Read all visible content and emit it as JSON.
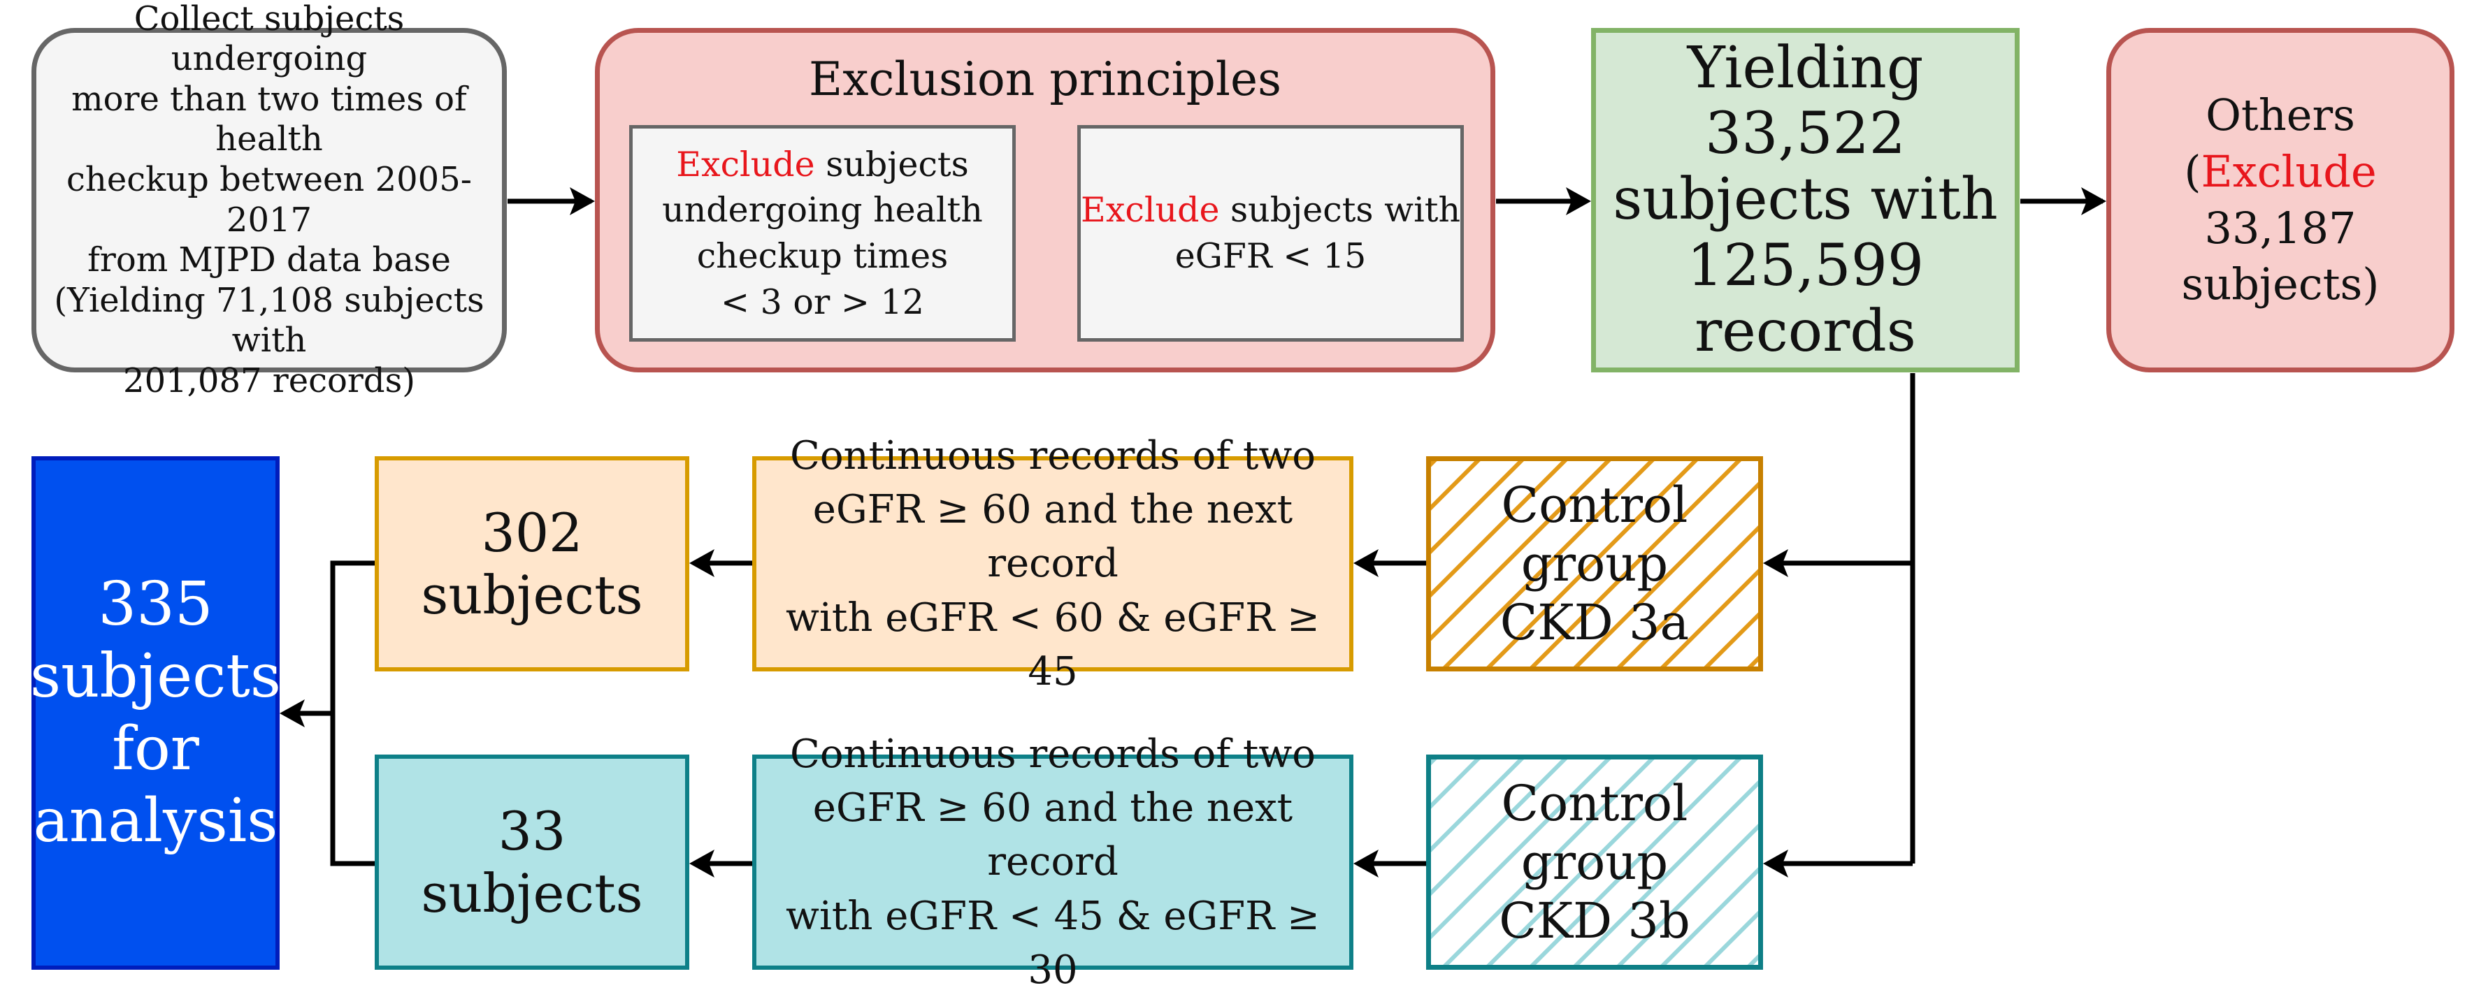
{
  "collect": {
    "text": "Collect subjects undergoing\nmore than two times of health\ncheckup between 2005-2017\nfrom MJPD data base\n(Yielding 71,108 subjects with\n201,087 records)"
  },
  "exclusion": {
    "title": "Exclusion principles",
    "rule1": {
      "keyword": "Exclude",
      "rest": " subjects\nundergoing health\ncheckup times\n< 3 or > 12"
    },
    "rule2": {
      "keyword": "Exclude",
      "rest": " subjects with\neGFR < 15"
    }
  },
  "yielding": {
    "text": "Yielding 33,522\nsubjects with\n125,599 records"
  },
  "others": {
    "line1": "Others",
    "open_paren": "(",
    "keyword": "Exclude",
    "rest": " 33,187\nsubjects)"
  },
  "control_3a": {
    "text": "Control group\nCKD 3a"
  },
  "control_3b": {
    "text": "Control group\nCKD 3b"
  },
  "criteria_3a": {
    "text": "Continuous records of two\neGFR ≥ 60 and the next record\nwith eGFR < 60 & eGFR ≥ 45"
  },
  "criteria_3b": {
    "text": "Continuous records of two\neGFR ≥ 60 and the next record\nwith eGFR < 45 & eGFR ≥ 30"
  },
  "result_3a": {
    "text": "302 subjects"
  },
  "result_3b": {
    "text": "33 subjects"
  },
  "total": {
    "text": "335\nsubjects\nfor\nanalysis"
  },
  "colors": {
    "exclude_keyword": "#e8161c",
    "total_fill": "#0050ef",
    "ckd3a_fill": "#ffe6cc",
    "ckd3b_fill": "#b0e3e6",
    "exclusion_fill": "#f8cecc",
    "yielding_fill": "#d5e8d4"
  }
}
